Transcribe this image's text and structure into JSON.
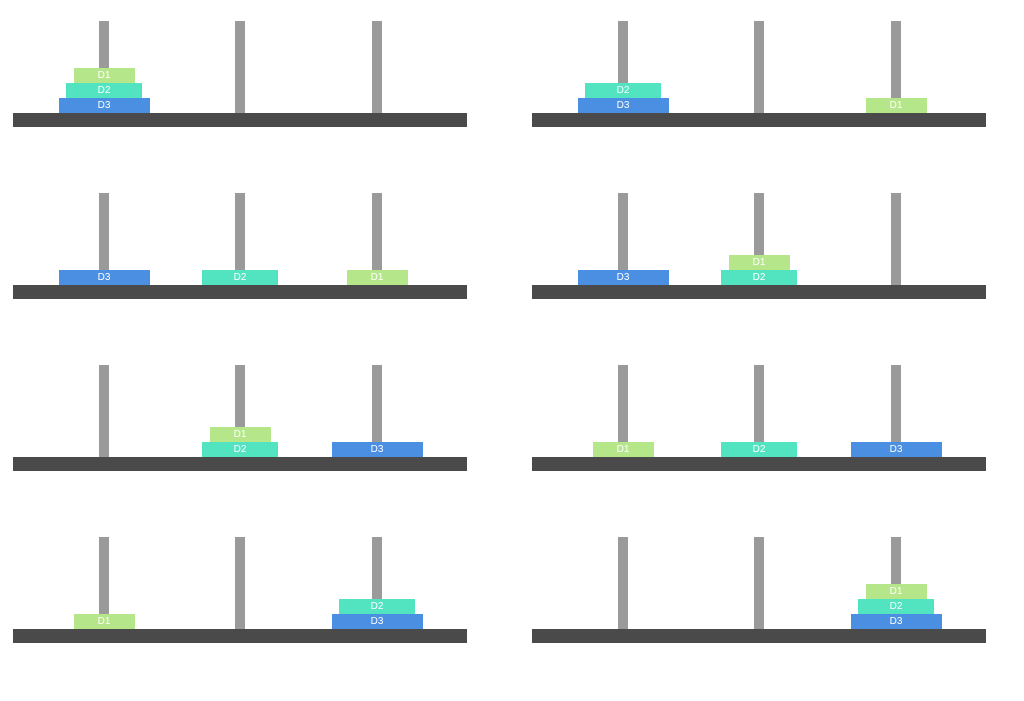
{
  "colors": {
    "D1": "#b5e68a",
    "D2": "#52e3c0",
    "D3": "#4a8fe2",
    "base": "#4a4a4a",
    "peg": "#9a9a9a"
  },
  "labels": {
    "D1": "D1",
    "D2": "D2",
    "D3": "D3"
  },
  "states": [
    {
      "name": "state-1",
      "pegs": [
        [
          "D3",
          "D2",
          "D1"
        ],
        [],
        []
      ]
    },
    {
      "name": "state-2",
      "pegs": [
        [
          "D3",
          "D2"
        ],
        [],
        [
          "D1"
        ]
      ]
    },
    {
      "name": "state-3",
      "pegs": [
        [
          "D3"
        ],
        [
          "D2"
        ],
        [
          "D1"
        ]
      ]
    },
    {
      "name": "state-4",
      "pegs": [
        [
          "D3"
        ],
        [
          "D2",
          "D1"
        ],
        []
      ]
    },
    {
      "name": "state-5",
      "pegs": [
        [],
        [
          "D2",
          "D1"
        ],
        [
          "D3"
        ]
      ]
    },
    {
      "name": "state-6",
      "pegs": [
        [
          "D1"
        ],
        [
          "D2"
        ],
        [
          "D3"
        ]
      ]
    },
    {
      "name": "state-7",
      "pegs": [
        [
          "D1"
        ],
        [],
        [
          "D3",
          "D2"
        ]
      ]
    },
    {
      "name": "state-8",
      "pegs": [
        [],
        [],
        [
          "D3",
          "D2",
          "D1"
        ]
      ]
    }
  ]
}
